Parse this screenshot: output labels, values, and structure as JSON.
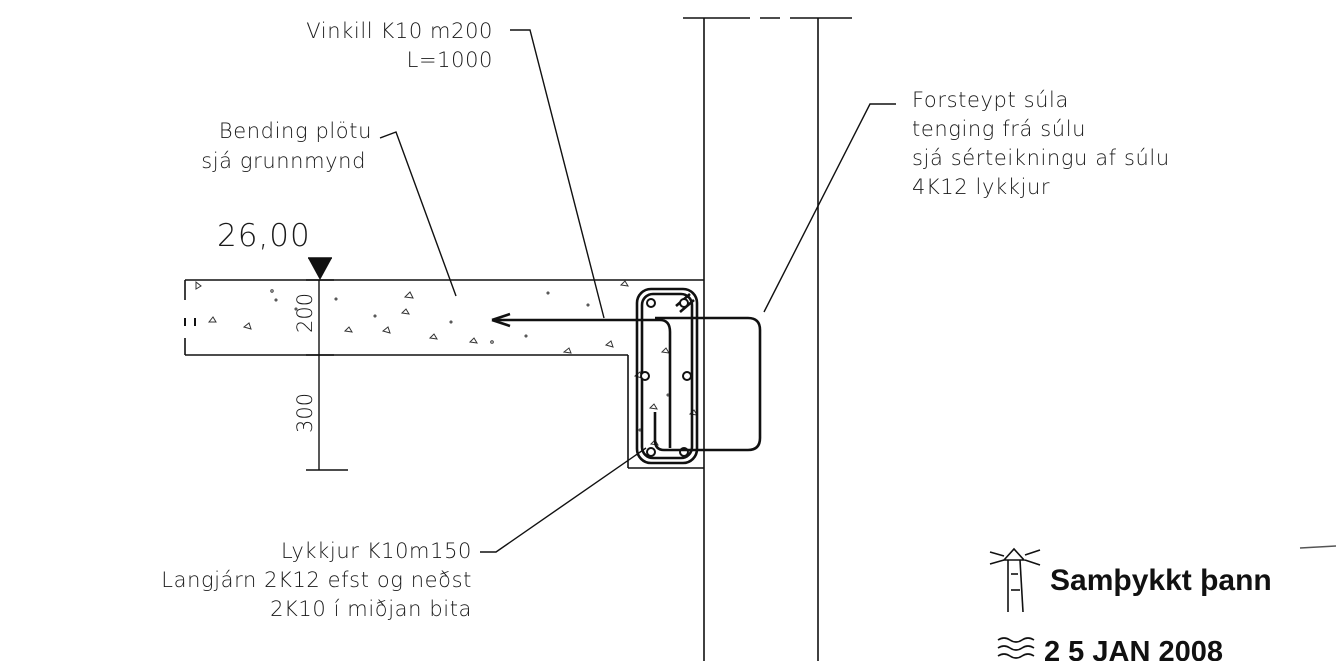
{
  "annotations": {
    "angle_bar": [
      "Vinkill K10 m200",
      "L=1000"
    ],
    "slab_bend": [
      "Bending plötu",
      "sjá grunnmynd"
    ],
    "column": [
      "Forsteypt súla",
      "tenging frá súlu",
      "sjá sérteikningu af súlu",
      "4K12 lykkjur"
    ],
    "stirrups": [
      "Lykkjur K10m150",
      "Langjárn 2K12 efst og neðst",
      "2K10 í miðjan bita"
    ]
  },
  "level_mark": "26,00",
  "dimensions": {
    "slab_thickness": "200",
    "beam_drop": "300"
  },
  "stamp": {
    "text": "Samþykkt þann",
    "date": "2 5 JAN 2008"
  }
}
